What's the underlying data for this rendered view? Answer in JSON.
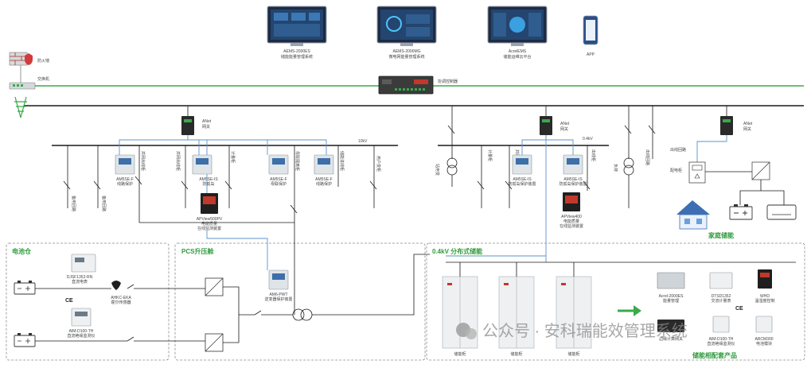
{
  "top_systems": [
    {
      "name": "AEMS-2000ES",
      "desc": "储能能量管理系统"
    },
    {
      "name": "AEMS-2000MG",
      "desc": "微电网能量管理系统"
    },
    {
      "name": "AcrelEMS",
      "desc": "储能运维云平台"
    },
    {
      "name": "APP",
      "desc": ""
    }
  ],
  "left_devices": {
    "firewall": "防火墙",
    "switch": "交换机"
  },
  "coordinator": "协调控制器",
  "gateways": [
    {
      "model": "ANet",
      "desc": "网关"
    },
    {
      "model": "ANet",
      "desc": "网关"
    },
    {
      "model": "ANet",
      "desc": "网关"
    }
  ],
  "bus_labels": {
    "hv": "10kV",
    "lv": "0.4kV"
  },
  "left_feeders": [
    {
      "label": "备用回路"
    },
    {
      "label": "备用回路"
    },
    {
      "label": "并网出线柜"
    },
    {
      "label": "并网出线柜"
    },
    {
      "label": "计量柜"
    },
    {
      "label": "母联隔离柜"
    },
    {
      "label": "储能进线柜"
    },
    {
      "label": "用户变柜"
    }
  ],
  "left_relays": [
    {
      "model": "AM5SE-F",
      "desc": "线路保护"
    },
    {
      "model": "AM5SE-IS",
      "desc": "防孤岛"
    },
    {
      "model": "AM5SE-F",
      "desc": "母联保护"
    },
    {
      "model": "AM5SE-F",
      "desc": "线路保护"
    }
  ],
  "left_meter": {
    "model": "APView500PV",
    "desc1": "电能质量",
    "desc2": "在线监测装置"
  },
  "right_feeders": [
    {
      "label": "站用变"
    },
    {
      "label": "计量柜"
    },
    {
      "label": "并网柜"
    },
    {
      "label": "出线柜"
    },
    {
      "label": "负荷"
    },
    {
      "label": "出线回路"
    },
    {
      "label": "配电柜"
    }
  ],
  "right_relays": [
    {
      "model": "AM5SE-IS",
      "desc": "防孤岛保护装置"
    },
    {
      "model": "AM5SE-IS",
      "desc": "防孤岛保护装置"
    }
  ],
  "right_meter": {
    "model": "APView400",
    "desc1": "电能质量",
    "desc2": "在线监测装置"
  },
  "home": {
    "title": "家庭储能",
    "gateway_model": "ANet",
    "gateway_desc": "网关",
    "outlet": "出线回路",
    "panel": "配电柜"
  },
  "battery_box": {
    "title": "电池仓",
    "meter": {
      "model": "DJSF1352-RN",
      "desc": "直流电表"
    },
    "hall": {
      "model": "AHKC-EKA",
      "desc": "霍尔传感器"
    },
    "ce_mark": "CE",
    "imd": {
      "model": "AIM-D100-TH",
      "desc": "直流绝缘监测仪"
    }
  },
  "pcs_box": {
    "title": "PCS升压舱",
    "relay": {
      "model": "AM6-PWT",
      "desc": "逆变器保护装置"
    }
  },
  "dist_box": {
    "title": "0.4kV 分布式储能",
    "cabinets": [
      "储能柜",
      "储能柜",
      "储能柜"
    ],
    "products_title": "储能相配套产品",
    "products": [
      {
        "model": "Acrel-2000ES",
        "desc": "能量管理"
      },
      {
        "model": "DTSD1352",
        "desc": "交流计量表"
      },
      {
        "model": "WHD",
        "desc": "温湿度控制"
      },
      {
        "model": "",
        "desc": "边缘计算网关"
      },
      {
        "model": "AIM-D100-TH",
        "desc": "直流绝缘监测仪"
      },
      {
        "model": "ARCM300",
        "desc": "电池模块"
      }
    ],
    "ce_mark": "CE"
  },
  "watermark": "公众号 · 安科瑞能效管理系统",
  "colors": {
    "accent_green": "#3aa94a",
    "comm_blue": "#5a93cc",
    "home_title": "#2f9a3c"
  }
}
